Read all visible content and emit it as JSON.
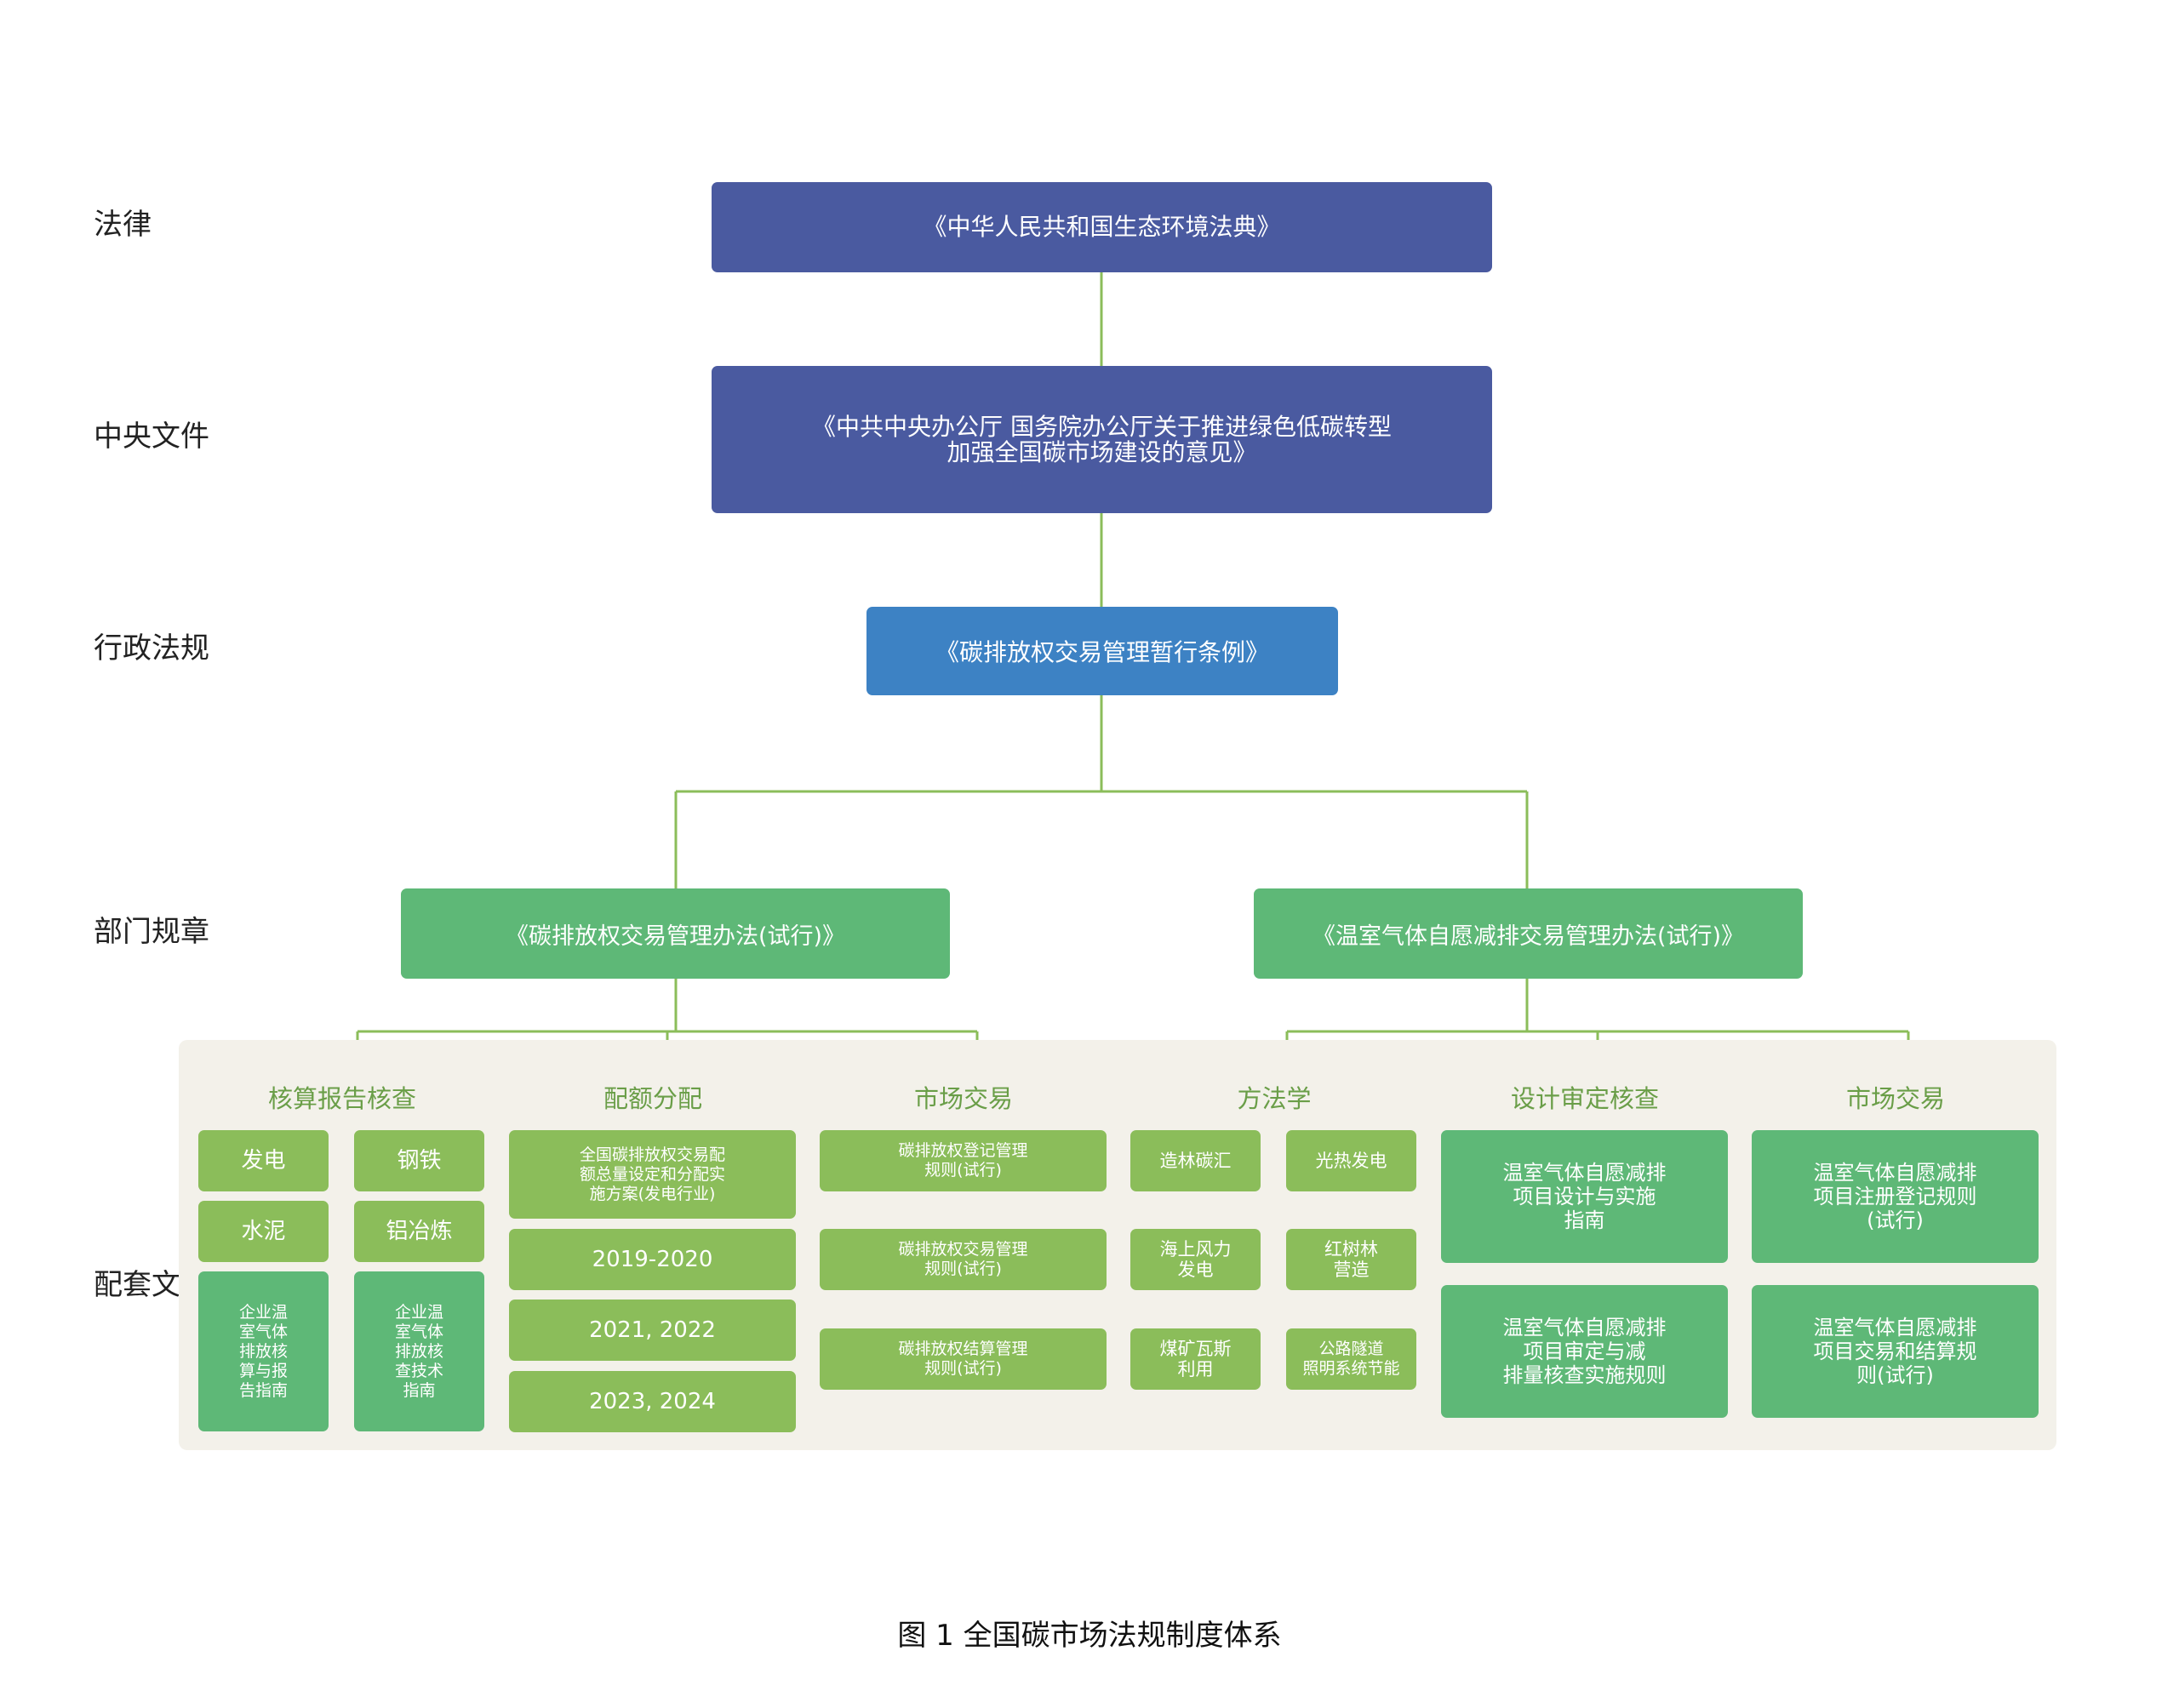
{
  "row_labels": {
    "law": "法律",
    "central": "中央文件",
    "admin": "行政法规",
    "dept": "部门规章",
    "support": "配套文件"
  },
  "level1": "《中华人民共和国生态环境法典》",
  "level2": "《中共中央办公厅 国务院办公厅关于推进绿色低碳转型\n加强全国碳市场建设的意见》",
  "level3": "《碳排放权交易管理暂行条例》",
  "level4": {
    "left": "《碳排放权交易管理办法(试行)》",
    "right": "《温室气体自愿减排交易管理办法(试行)》"
  },
  "columns": {
    "c1": {
      "title": "核算报告核查",
      "items": [
        "发电",
        "钢铁",
        "水泥",
        "铝冶炼",
        "企业温\n室气体\n排放核\n算与报\n告指南",
        "企业温\n室气体\n排放核\n查技术\n指南"
      ]
    },
    "c2": {
      "title": "配额分配",
      "items": [
        "全国碳排放权交易配\n额总量设定和分配实\n施方案(发电行业)",
        "2019-2020",
        "2021, 2022",
        "2023, 2024"
      ]
    },
    "c3": {
      "title": "市场交易",
      "items": [
        "碳排放权登记管理\n规则(试行)",
        "碳排放权交易管理\n规则(试行)",
        "碳排放权结算管理\n规则(试行)"
      ]
    },
    "c4": {
      "title": "方法学",
      "items": [
        "造林碳汇",
        "光热发电",
        "海上风力\n发电",
        "红树林\n营造",
        "煤矿瓦斯\n利用",
        "公路隧道\n照明系统节能"
      ]
    },
    "c5": {
      "title": "设计审定核查",
      "items": [
        "温室气体自愿减排\n项目设计与实施\n指南",
        "温室气体自愿减排\n项目审定与减\n排量核查实施规则"
      ]
    },
    "c6": {
      "title": "市场交易",
      "items": [
        "温室气体自愿减排\n项目注册登记规则\n(试行)",
        "温室气体自愿减排\n项目交易和结算规\n则(试行)"
      ]
    }
  },
  "caption": "图 1 全国碳市场法规制度体系",
  "colors": {
    "navy": "#4a5aa0",
    "blue": "#3d82c4",
    "green": "#5eb877",
    "lime": "#8bbd5a",
    "connector": "#8bbd5a",
    "panel": "#f3f1ea",
    "column_title": "#6a9e48"
  }
}
